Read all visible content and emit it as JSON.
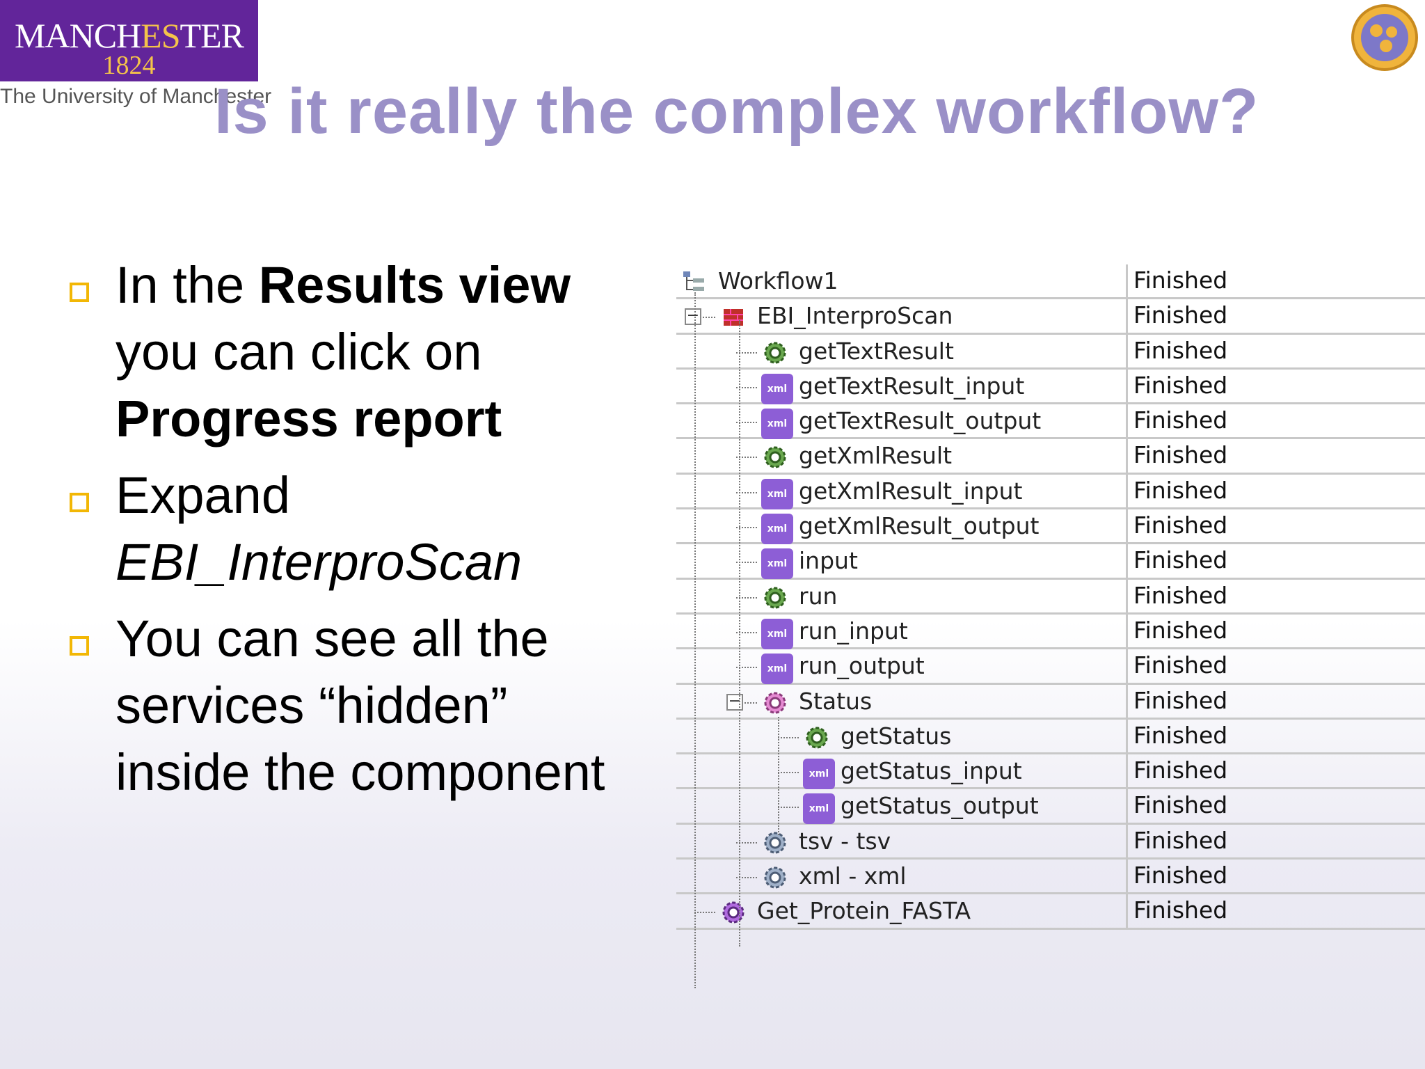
{
  "logo": {
    "name_pre": "MANCH",
    "name_es": "ES",
    "name_post": "TER",
    "year": "1824"
  },
  "university": "The University of Manchester",
  "title": "Is it really the complex workflow?",
  "bullets": [
    {
      "parts": [
        "In the ",
        "Results view",
        " you can click on ",
        "Progress report"
      ]
    },
    {
      "parts": [
        "Expand ",
        "EBI_InterproScan"
      ]
    },
    {
      "parts": [
        "You can see all the services “hidden” inside the component"
      ]
    }
  ],
  "tree": [
    {
      "label": "Workflow1",
      "status": "Finished",
      "icon": "workflow-icon",
      "indent": 0
    },
    {
      "label": "EBI_InterproScan",
      "status": "Finished",
      "icon": "nested-workflow-icon",
      "indent": 1
    },
    {
      "label": "getTextResult",
      "status": "Finished",
      "icon": "gear-icon",
      "indent": 2
    },
    {
      "label": "getTextResult_input",
      "status": "Finished",
      "icon": "xml-icon",
      "indent": 2
    },
    {
      "label": "getTextResult_output",
      "status": "Finished",
      "icon": "xml-icon",
      "indent": 2
    },
    {
      "label": "getXmlResult",
      "status": "Finished",
      "icon": "gear-icon",
      "indent": 2
    },
    {
      "label": "getXmlResult_input",
      "status": "Finished",
      "icon": "xml-icon",
      "indent": 2
    },
    {
      "label": "getXmlResult_output",
      "status": "Finished",
      "icon": "xml-icon",
      "indent": 2
    },
    {
      "label": "input",
      "status": "Finished",
      "icon": "xml-icon",
      "indent": 2
    },
    {
      "label": "run",
      "status": "Finished",
      "icon": "gear-icon",
      "indent": 2
    },
    {
      "label": "run_input",
      "status": "Finished",
      "icon": "xml-icon",
      "indent": 2
    },
    {
      "label": "run_output",
      "status": "Finished",
      "icon": "xml-icon",
      "indent": 2
    },
    {
      "label": "Status",
      "status": "Finished",
      "icon": "pink-gear-icon",
      "indent": 2
    },
    {
      "label": "getStatus",
      "status": "Finished",
      "icon": "gear-icon",
      "indent": 3
    },
    {
      "label": "getStatus_input",
      "status": "Finished",
      "icon": "xml-icon",
      "indent": 3
    },
    {
      "label": "getStatus_output",
      "status": "Finished",
      "icon": "xml-icon",
      "indent": 3
    },
    {
      "label": "tsv - tsv",
      "status": "Finished",
      "icon": "grey-gear-icon",
      "indent": 2
    },
    {
      "label": "xml - xml",
      "status": "Finished",
      "icon": "grey-gear-icon",
      "indent": 2
    },
    {
      "label": "Get_Protein_FASTA",
      "status": "Finished",
      "icon": "purple-gear-icon",
      "indent": 1
    }
  ],
  "colors": {
    "title": "#9a90c7",
    "logo_bg": "#62259a",
    "logo_accent": "#f4c34a",
    "bullet_box": "#f2b705"
  }
}
